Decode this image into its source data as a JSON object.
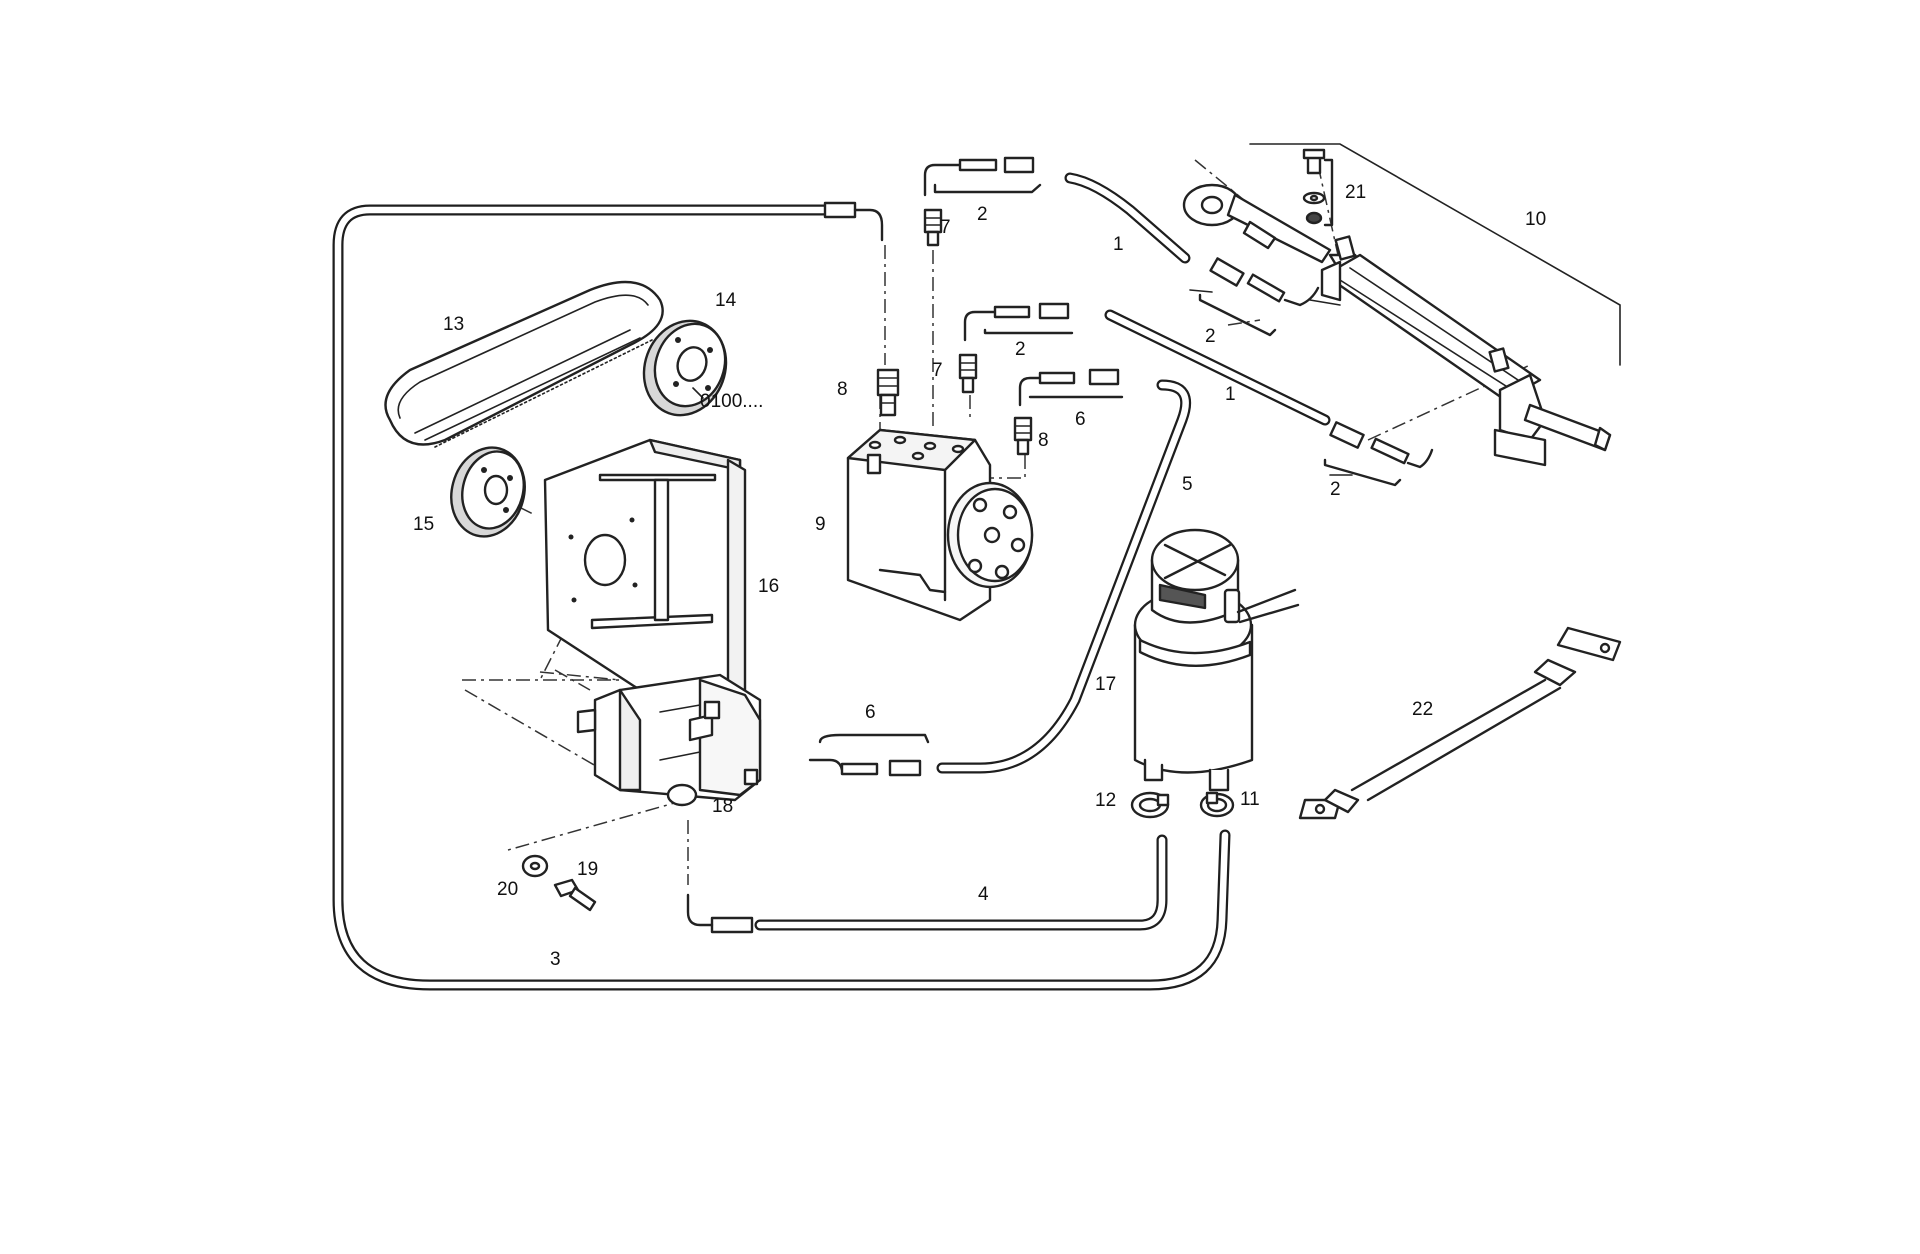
{
  "labels": {
    "p1a": "1",
    "p1b": "1",
    "p2a": "2",
    "p2b": "2",
    "p2c": "2",
    "p2d": "2",
    "p3": "3",
    "p4": "4",
    "p5": "5",
    "p6a": "6",
    "p6b": "6",
    "p7a": "7",
    "p7b": "7",
    "p8a": "8",
    "p8b": "8",
    "p9": "9",
    "p10": "10",
    "p11": "11",
    "p12": "12",
    "p13": "13",
    "p14": "14",
    "p15": "15",
    "p16": "16",
    "p17": "17",
    "p18": "18",
    "p19": "19",
    "p20": "20",
    "p21": "21",
    "p22": "22",
    "ref0100": "0100...."
  },
  "colors": {
    "line": "#222222",
    "background": "#ffffff"
  }
}
